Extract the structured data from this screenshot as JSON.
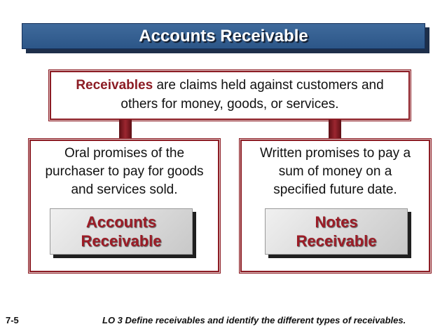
{
  "title": "Accounts Receivable",
  "definition": {
    "term": "Receivables",
    "line1_rest": " are claims held against customers and",
    "line2": "others for money, goods, or services."
  },
  "left": {
    "lines": [
      "Oral promises of the",
      "purchaser to pay for goods",
      "and services sold."
    ],
    "label_lines": [
      "Accounts",
      "Receivable"
    ]
  },
  "right": {
    "lines": [
      "Written promises to pay a",
      "sum of money on a",
      "specified future date."
    ],
    "label_lines": [
      "Notes",
      "Receivable"
    ]
  },
  "footer": {
    "slide_number": "7-5",
    "learning_objective": "LO 3  Define receivables and identify the different types of receivables."
  },
  "colors": {
    "accent": "#8c1c24",
    "title_bar": "#2c5688"
  }
}
